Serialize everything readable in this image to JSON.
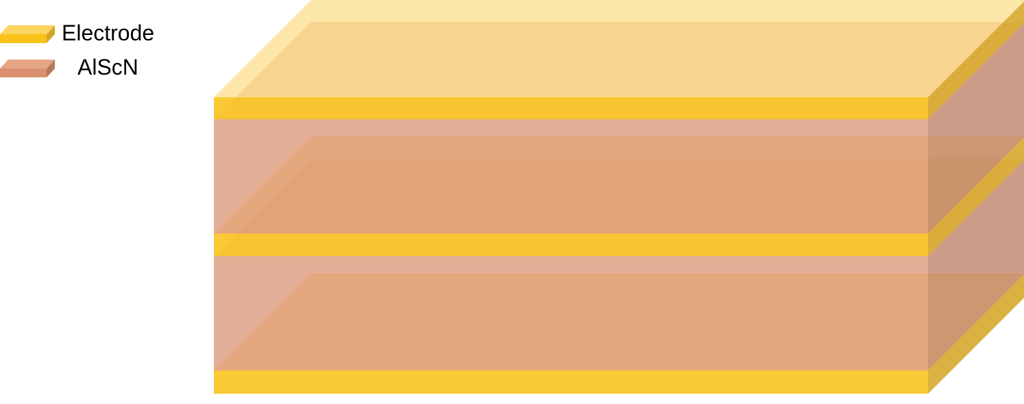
{
  "legend": {
    "electrode": {
      "label": "Electrode",
      "color": "#F8C21A",
      "top_color": "#FCD460",
      "side_color": "#D6A628"
    },
    "alscn": {
      "label": "AlScN",
      "color": "#D9906F",
      "top_color": "#E5A686",
      "side_color": "#B9785C"
    }
  },
  "layers_bottom_to_top": [
    "electrode",
    "alscn",
    "electrode",
    "alscn",
    "electrode"
  ]
}
